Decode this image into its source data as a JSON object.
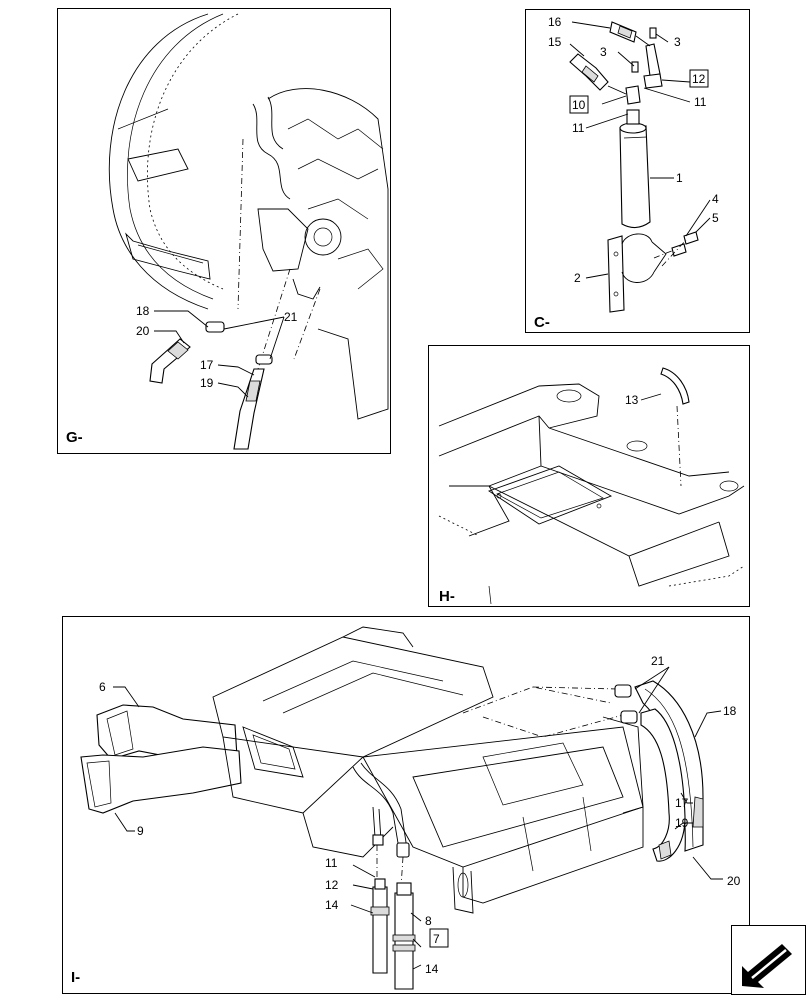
{
  "panels": {
    "g": {
      "label": "G-",
      "callouts": {
        "c18": "18",
        "c20": "20",
        "c21": "21",
        "c17": "17",
        "c19": "19"
      }
    },
    "c": {
      "label": "C-",
      "callouts": {
        "c16": "16",
        "c3a": "3",
        "c3b": "3",
        "c15": "15",
        "c12": "12",
        "c10": "10",
        "c11a": "11",
        "c11b": "11",
        "c1": "1",
        "c4": "4",
        "c5": "5",
        "c2": "2"
      }
    },
    "h": {
      "label": "H-",
      "callouts": {
        "c13": "13"
      }
    },
    "i": {
      "label": "I-",
      "callouts": {
        "c6": "6",
        "c9": "9",
        "c21": "21",
        "c18": "18",
        "c17": "17",
        "c19": "19",
        "c20": "20",
        "c11": "11",
        "c12": "12",
        "c14a": "14",
        "c14b": "14",
        "c8": "8",
        "c7": "7"
      }
    }
  },
  "nav_icon": "arrow-pointer-icon"
}
